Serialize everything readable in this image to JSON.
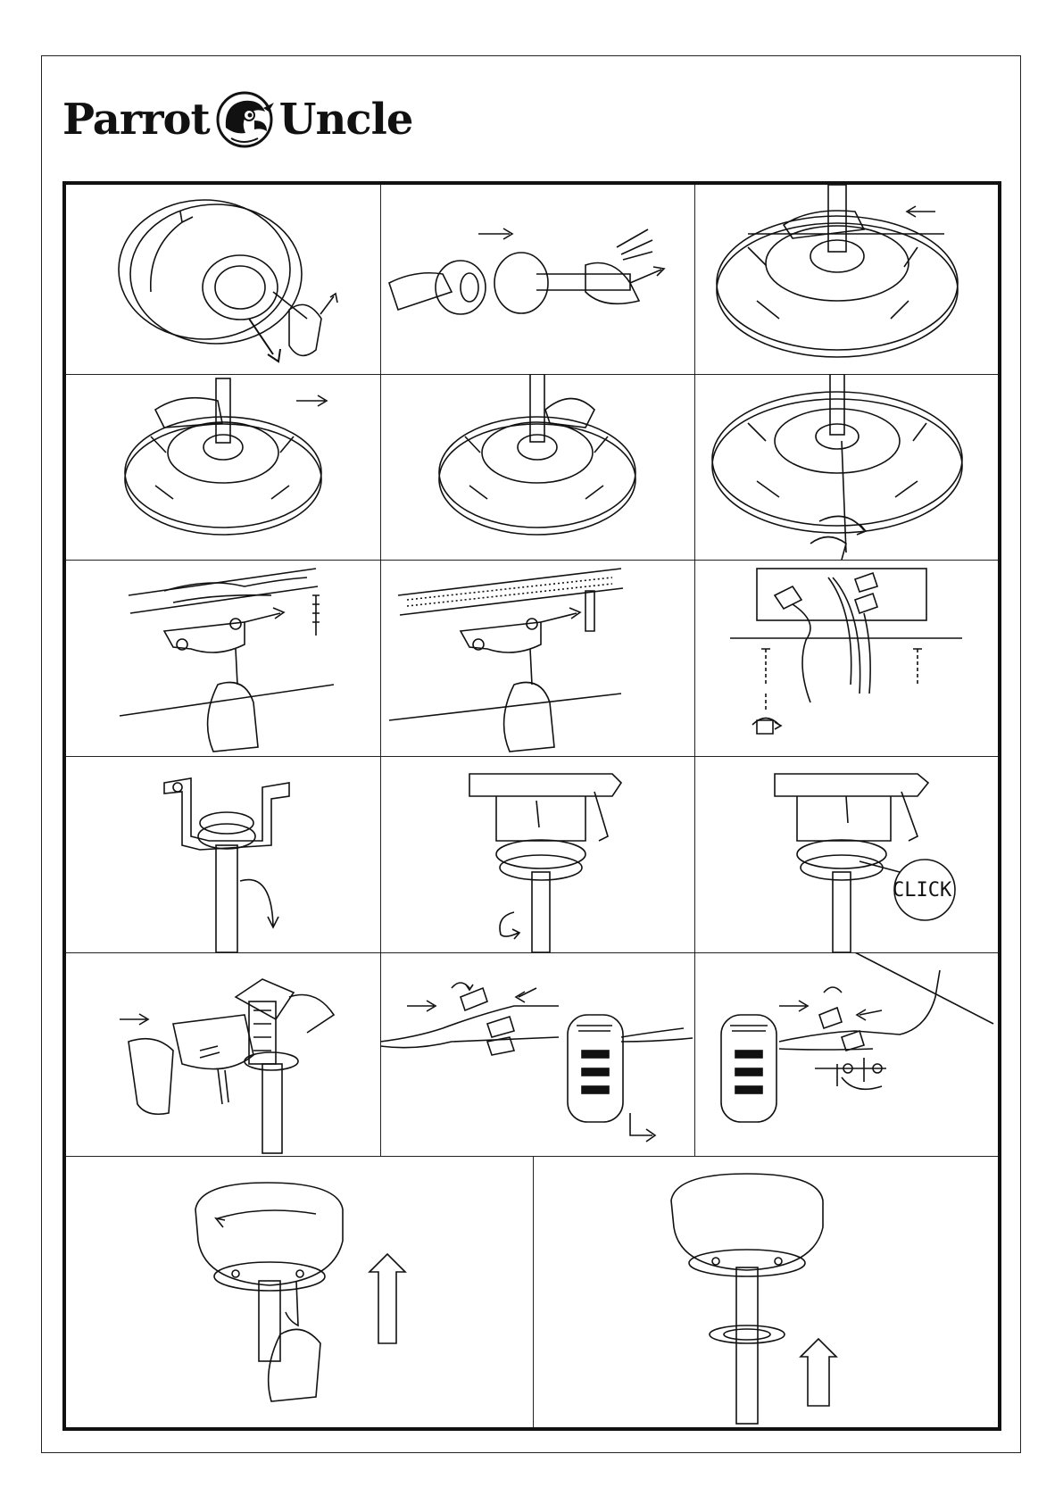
{
  "brand": {
    "word_left": "Parrot",
    "word_right": "Uncle",
    "mark_icon": "parrot-head-icon"
  },
  "illustrations": {
    "step_11_callout": "CLICK"
  }
}
